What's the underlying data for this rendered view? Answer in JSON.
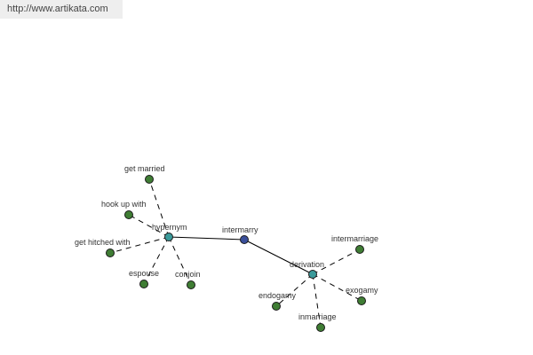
{
  "source_url": "http://www.artikata.com",
  "colors": {
    "root": "#3a4f9a",
    "hub": "#3a9a9a",
    "leaf": "#3f7d34"
  },
  "graph": {
    "root": {
      "id": "intermarry",
      "label": "intermarry"
    },
    "hubs": [
      {
        "id": "hypernym",
        "label": "hypernym"
      },
      {
        "id": "derivation",
        "label": "derivation"
      }
    ],
    "leaves": [
      {
        "id": "get-married",
        "label": "get married",
        "hub": "hypernym"
      },
      {
        "id": "hook-up-with",
        "label": "hook up with",
        "hub": "hypernym"
      },
      {
        "id": "get-hitched-with",
        "label": "get hitched with",
        "hub": "hypernym"
      },
      {
        "id": "espouse",
        "label": "espouse",
        "hub": "hypernym"
      },
      {
        "id": "conjoin",
        "label": "conjoin",
        "hub": "hypernym"
      },
      {
        "id": "intermarriage",
        "label": "intermarriage",
        "hub": "derivation"
      },
      {
        "id": "endogamy",
        "label": "endogamy",
        "hub": "derivation"
      },
      {
        "id": "inmarriage",
        "label": "inmarriage",
        "hub": "derivation"
      },
      {
        "id": "exogamy",
        "label": "exogamy",
        "hub": "derivation"
      }
    ]
  }
}
